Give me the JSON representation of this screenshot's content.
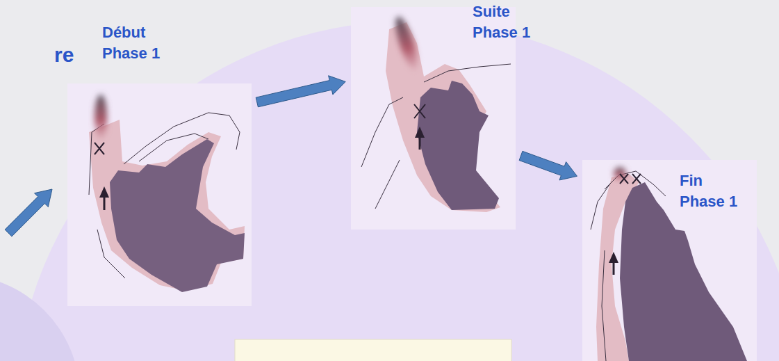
{
  "diagram": {
    "nodes": [
      {
        "text": [
          "Début Phase 1"
        ]
      },
      {
        "text": [
          "Suite Phase 1"
        ]
      },
      {
        "text": [
          "Fin Phase 1"
        ]
      }
    ],
    "edges": [
      {
        "from": 0,
        "to": 1,
        "arrow": "to"
      },
      {
        "from": 1,
        "to": 2,
        "arrow": "to"
      }
    ],
    "labels": [
      "re"
    ]
  }
}
